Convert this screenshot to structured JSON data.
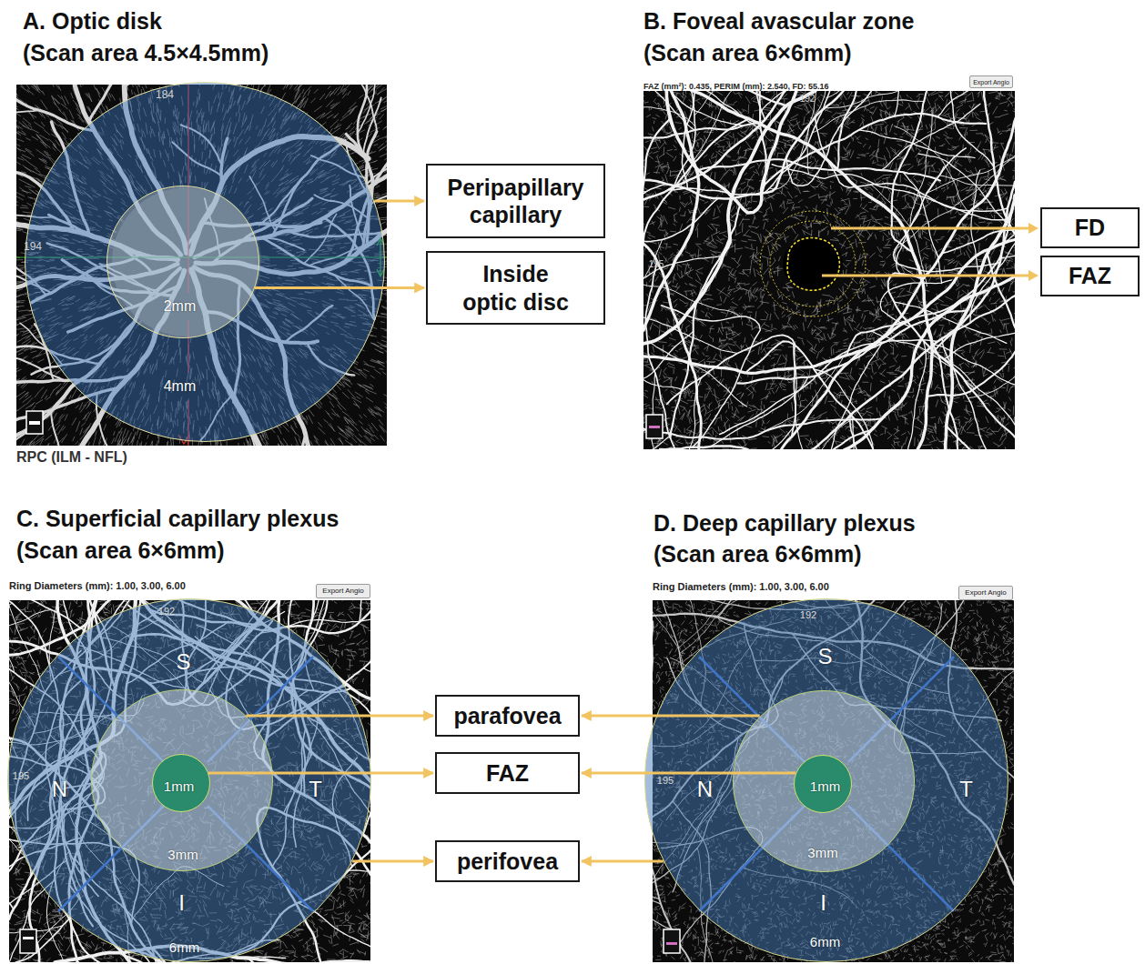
{
  "diagram": {
    "nodes": [
      {
        "text": [
          "4mm"
        ]
      },
      {
        "text": [
          "2mm"
        ],
        "in": 0
      },
      {
        "text": [
          "Peripapillary capillary"
        ]
      },
      {
        "text": [
          "Inside optic disc"
        ]
      },
      {
        "text": [
          "Export Angio"
        ]
      },
      {
        "text": [
          "FD"
        ]
      },
      {
        "text": [
          "FAZ"
        ]
      },
      {
        "text": [
          "Export Angio"
        ]
      },
      {
        "text": [
          "S",
          "N",
          "T",
          "I",
          "6mm"
        ]
      },
      {
        "text": [
          "3mm"
        ],
        "in": 8
      },
      {
        "text": [
          "1mm"
        ],
        "in": 9
      },
      {
        "text": [
          "parafovea"
        ]
      },
      {
        "text": [
          "FAZ"
        ]
      },
      {
        "text": [
          "perifovea"
        ]
      },
      {
        "text": [
          "Export Angio"
        ]
      },
      {
        "text": [
          "S",
          "N",
          "T",
          "I",
          "6mm"
        ]
      },
      {
        "text": [
          "3mm"
        ],
        "in": 15
      },
      {
        "text": [
          "1mm"
        ],
        "in": 16
      }
    ],
    "edges": [
      {
        "from": 0,
        "to": 2,
        "arrow": "to"
      },
      {
        "from": 1,
        "to": 3,
        "arrow": "to"
      },
      {
        "from": 9,
        "to": 11,
        "arrow": "to"
      },
      {
        "from": 10,
        "to": 12,
        "arrow": "to"
      },
      {
        "from": 8,
        "to": 13,
        "arrow": "to"
      },
      {
        "from": 16,
        "to": 11,
        "arrow": "to"
      },
      {
        "from": 17,
        "to": 12,
        "arrow": "to"
      },
      {
        "from": 15,
        "to": 13,
        "arrow": "to"
      }
    ],
    "labels": [
      "A. Optic disk",
      "(Scan area 4.5×4.5mm)",
      "B. Foveal avascular zone",
      "(Scan area 6×6mm)",
      "C. Superficial capillary plexus",
      "(Scan area 6×6mm)",
      "D. Deep capillary plexus",
      "(Scan area 6×6mm)",
      "184",
      "194",
      "RPC (ILM - NFL)",
      "FAZ (mm²): 0.435, PERIM (mm): 2.540, FD: 55.16",
      "192",
      "195",
      "Ring Diameters (mm): 1.00, 3.00, 6.00",
      "192",
      "195",
      "Ring Diameters (mm): 1.00, 3.00, 6.00",
      "192",
      "195"
    ]
  }
}
